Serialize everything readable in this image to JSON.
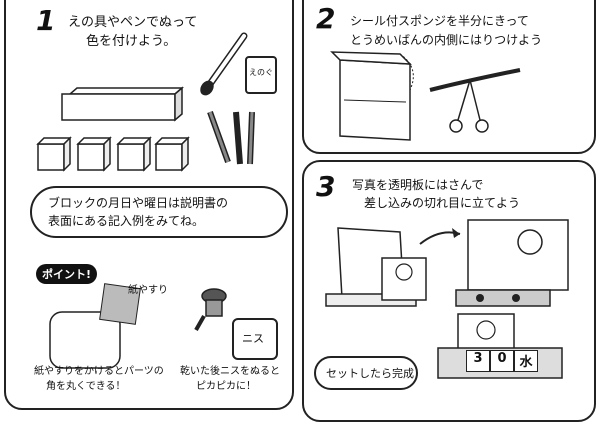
{
  "step1": {
    "number": "1",
    "line1": "えの具やペンでぬって",
    "line2": "色を付けよう。",
    "paint_tube_label": "えのぐ",
    "bubble_line1": "ブロックの月日や曜日は説明書の",
    "bubble_line2": "表面にある記入例をみてね。",
    "point_badge": "ポイント!",
    "sandpaper_label": "紙やすり",
    "tip1_line1": "紙やすりをかけるとパーツの",
    "tip1_line2": "角を丸くできる！",
    "varnish_label": "ニス",
    "tip2_line1": "乾いた後ニスをぬると",
    "tip2_line2": "ピカピカに！"
  },
  "step2": {
    "number": "2",
    "line1": "シール付スポンジを半分にきって",
    "line2": "とうめいばんの内側にはりつけよう"
  },
  "step3": {
    "number": "3",
    "line1": "写真を透明板にはさんで",
    "line2": "差し込みの切れ目に立てよう",
    "bubble": "セットしたら完成",
    "block1": "3",
    "block2": "0",
    "block3": "水"
  }
}
